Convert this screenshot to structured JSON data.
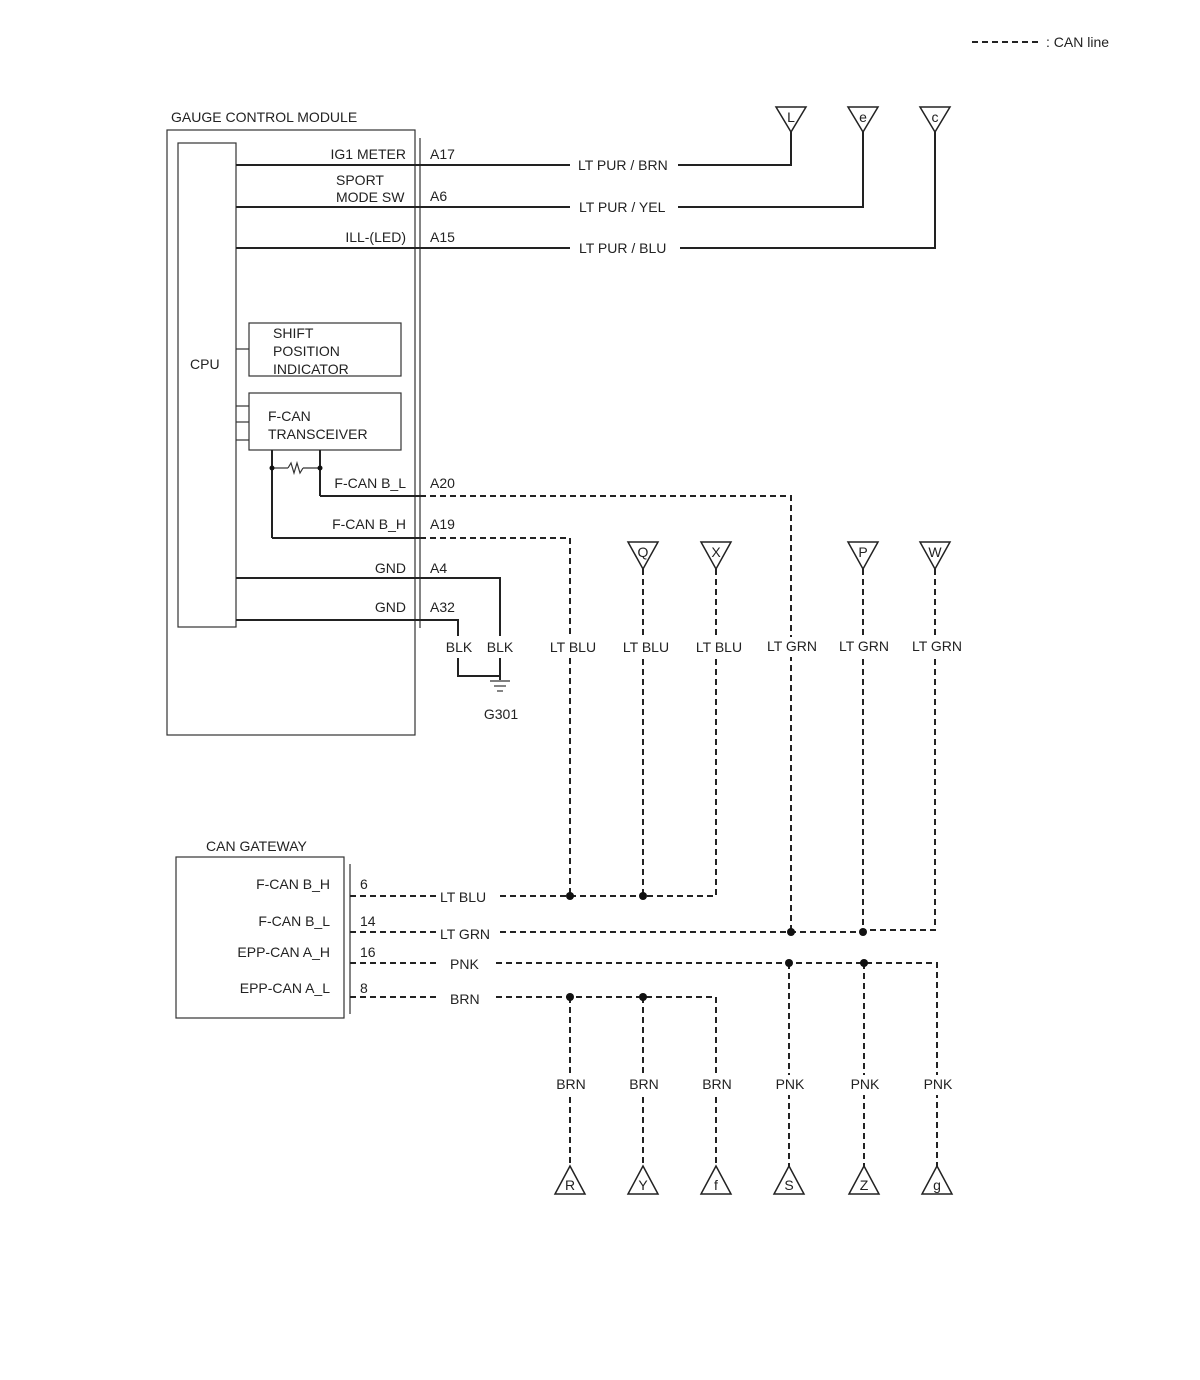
{
  "legend": {
    "can_line": ": CAN line"
  },
  "gauge_module": {
    "title": "GAUGE CONTROL MODULE",
    "cpu": "CPU",
    "shift_indicator": [
      "SHIFT",
      "POSITION",
      "INDICATOR"
    ],
    "transceiver": [
      "F-CAN",
      "TRANSCEIVER"
    ],
    "resistor_symbol": "-W-"
  },
  "pins": {
    "ig1_meter": {
      "label": "IG1 METER",
      "pin": "A17",
      "wire": "LT PUR / BRN",
      "connector": "L"
    },
    "sport_mode_sw": {
      "label_line1": "SPORT",
      "label_line2": "MODE SW",
      "pin": "A6",
      "wire": "LT PUR / YEL",
      "connector": "e"
    },
    "ill_led": {
      "label": "ILL-(LED)",
      "pin": "A15",
      "wire": "LT PUR / BLU",
      "connector": "c"
    },
    "fcan_bl": {
      "label": "F-CAN B_L",
      "pin": "A20"
    },
    "fcan_bh": {
      "label": "F-CAN B_H",
      "pin": "A19"
    },
    "gnd1": {
      "label": "GND",
      "pin": "A4"
    },
    "gnd2": {
      "label": "GND",
      "pin": "A32"
    }
  },
  "ground": {
    "wire1": "BLK",
    "wire2": "BLK",
    "name": "G301"
  },
  "vertical_labels": [
    "LT BLU",
    "LT BLU",
    "LT BLU",
    "LT GRN",
    "LT GRN",
    "LT GRN"
  ],
  "top_connectors": [
    "Q",
    "X",
    "P",
    "W"
  ],
  "can_gateway": {
    "title": "CAN GATEWAY",
    "rows": [
      {
        "label": "F-CAN B_H",
        "pin": "6",
        "wire": "LT BLU"
      },
      {
        "label": "F-CAN B_L",
        "pin": "14",
        "wire": "LT GRN"
      },
      {
        "label": "EPP-CAN A_H",
        "pin": "16",
        "wire": "PNK"
      },
      {
        "label": "EPP-CAN A_L",
        "pin": "8",
        "wire": "BRN"
      }
    ]
  },
  "bottom_labels": [
    "BRN",
    "BRN",
    "BRN",
    "PNK",
    "PNK",
    "PNK"
  ],
  "bottom_connectors": [
    "R",
    "Y",
    "f",
    "S",
    "Z",
    "g"
  ]
}
